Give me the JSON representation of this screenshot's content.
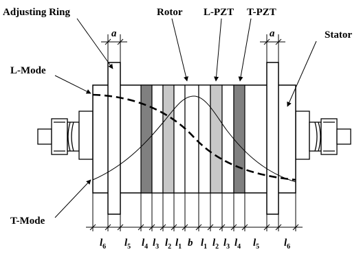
{
  "labels": {
    "adjusting_ring": "Adjusting Ring",
    "rotor": "Rotor",
    "l_pzt": "L-PZT",
    "t_pzt": "T-PZT",
    "stator": "Stator",
    "l_mode": "L-Mode",
    "t_mode": "T-Mode"
  },
  "dimensions": {
    "a_left": "a",
    "a_right": "a",
    "bottom": [
      {
        "base": "l",
        "sub": "6"
      },
      {
        "base": "l",
        "sub": "5"
      },
      {
        "base": "l",
        "sub": "4"
      },
      {
        "base": "l",
        "sub": "3"
      },
      {
        "base": "l",
        "sub": "2"
      },
      {
        "base": "l",
        "sub": "1"
      },
      {
        "base": "b",
        "sub": ""
      },
      {
        "base": "l",
        "sub": "1"
      },
      {
        "base": "l",
        "sub": "2"
      },
      {
        "base": "l",
        "sub": "3"
      },
      {
        "base": "l",
        "sub": "4"
      },
      {
        "base": "l",
        "sub": "5"
      },
      {
        "base": "l",
        "sub": "6"
      }
    ]
  },
  "colors": {
    "dark_pzt": "#808080",
    "light_pzt": "#c8c8c8",
    "line": "#000000"
  }
}
